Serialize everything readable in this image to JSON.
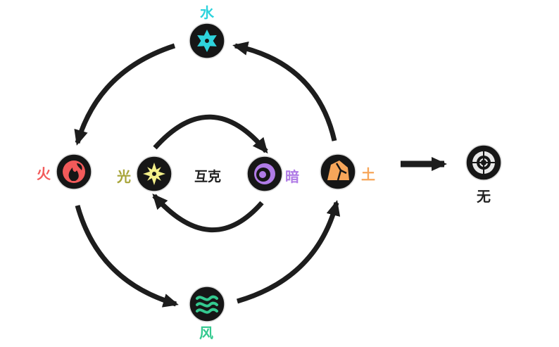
{
  "nodes": {
    "water": {
      "label": "水",
      "color": "#2ed3dc",
      "icon": "snowflake-icon"
    },
    "fire": {
      "label": "火",
      "color": "#f25a5a",
      "icon": "flame-icon"
    },
    "light": {
      "label": "光",
      "color": "#a8a53a",
      "icon": "star-burst-icon"
    },
    "dark": {
      "label": "暗",
      "color": "#b07be6",
      "icon": "swirl-icon"
    },
    "earth": {
      "label": "土",
      "color": "#f7a65a",
      "icon": "rock-icon"
    },
    "wind": {
      "label": "风",
      "color": "#34c98f",
      "icon": "waves-icon"
    },
    "none": {
      "label": "无",
      "color": "#222222",
      "icon": "target-icon"
    }
  },
  "center_label": "互克",
  "colors": {
    "arrow": "#1d1d1d",
    "icon_bg": "#161616",
    "icon_ring": "#dcdcdc",
    "text": "#1d1d1d"
  }
}
